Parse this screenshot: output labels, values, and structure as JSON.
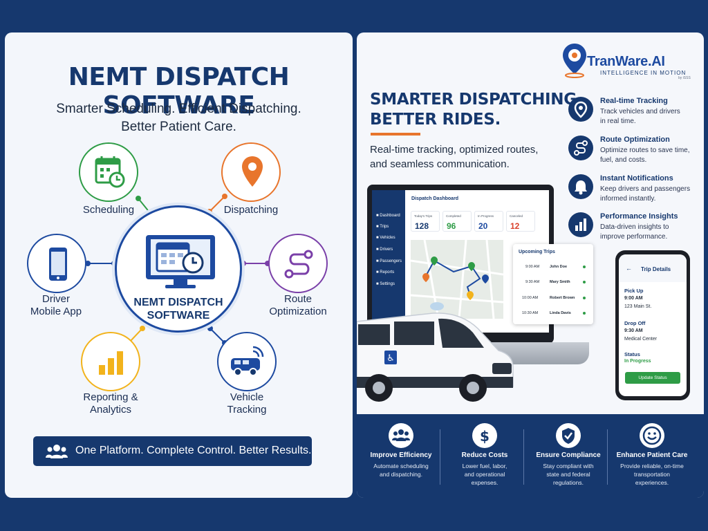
{
  "left": {
    "title": "NEMT DISPATCH SOFTWARE",
    "subtitle_line1": "Smarter Scheduling. Efficient Dispatching.",
    "subtitle_line2": "Better Patient Care.",
    "hub_line1": "NEMT DISPATCH",
    "hub_line2": "SOFTWARE",
    "features": {
      "scheduling": "Scheduling",
      "dispatching": "Dispatching",
      "driver_line1": "Driver",
      "driver_line2": "Mobile App",
      "route_line1": "Route",
      "route_line2": "Optimization",
      "reporting_line1": "Reporting &",
      "reporting_line2": "Analytics",
      "vehicle_line1": "Vehicle",
      "vehicle_line2": "Tracking"
    },
    "tagline": "One Platform. Complete Control. Better Results."
  },
  "right": {
    "logo": {
      "name": "TranWare.AI",
      "tagline": "INTELLIGENCE IN MOTION",
      "by": "by iSSS"
    },
    "heading_line1": "SMARTER DISPATCHING.",
    "heading_line2": "BETTER RIDES.",
    "desc_line1": "Real-time tracking, optimized routes,",
    "desc_line2": "and seamless communication.",
    "features": [
      {
        "title": "Real-time Tracking",
        "line1": "Track vehicles and drivers",
        "line2": "in real time."
      },
      {
        "title": "Route Optimization",
        "line1": "Optimize routes to save time,",
        "line2": "fuel, and costs."
      },
      {
        "title": "Instant Notifications",
        "line1": "Keep drivers and passengers",
        "line2": "informed instantly."
      },
      {
        "title": "Performance Insights",
        "line1": "Data-driven insights to",
        "line2": "improve performance."
      }
    ],
    "dashboard": {
      "title": "Dispatch Dashboard",
      "sidebar": [
        "Dashboard",
        "Trips",
        "Vehicles",
        "Drivers",
        "Passengers",
        "Reports",
        "Settings"
      ],
      "stats": [
        {
          "label": "Today's Trips",
          "value": "128",
          "color": "#16386e"
        },
        {
          "label": "Completed",
          "value": "96",
          "color": "#2e9c46"
        },
        {
          "label": "In Progress",
          "value": "20",
          "color": "#1d4aa0"
        },
        {
          "label": "Canceled",
          "value": "12",
          "color": "#d9412b"
        }
      ],
      "upcoming_title": "Upcoming Trips",
      "upcoming": [
        {
          "time": "9:00 AM",
          "name": "John Doe"
        },
        {
          "time": "9:30 AM",
          "name": "Mary Smith"
        },
        {
          "time": "10:00 AM",
          "name": "Robert Brown"
        },
        {
          "time": "10:30 AM",
          "name": "Linda Davis"
        }
      ]
    },
    "phone": {
      "title": "Trip Details",
      "pickup_label": "Pick Up",
      "pickup_time": "9:00 AM",
      "pickup_addr": "123 Main St.",
      "dropoff_label": "Drop Off",
      "dropoff_time": "9:30 AM",
      "dropoff_addr": "Medical Center",
      "status_label": "Status",
      "status_value": "In Progress",
      "button": "Update Status"
    },
    "benefits": [
      {
        "title": "Improve Efficiency",
        "line1": "Automate scheduling",
        "line2": "and dispatching.",
        "line3": ""
      },
      {
        "title": "Reduce Costs",
        "line1": "Lower fuel, labor,",
        "line2": "and operational",
        "line3": "expenses."
      },
      {
        "title": "Ensure Compliance",
        "line1": "Stay compliant with",
        "line2": "state and federal",
        "line3": "regulations."
      },
      {
        "title": "Enhance Patient Care",
        "line1": "Provide reliable, on-time",
        "line2": "transportation",
        "line3": "experiences."
      }
    ]
  },
  "colors": {
    "navy": "#16386e",
    "blue": "#1d4aa0",
    "green": "#2e9c46",
    "orange": "#e8752c",
    "purple": "#7a3fa8",
    "yellow": "#f2b31c"
  }
}
